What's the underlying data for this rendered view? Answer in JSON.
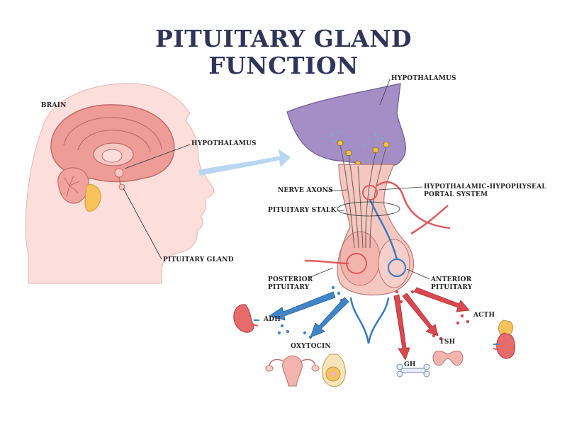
{
  "title": {
    "line1": "PITUITARY GLAND",
    "line2": "FUNCTION"
  },
  "labels": {
    "brain": "BRAIN",
    "hypothalamus_head": "HYPOTHALAMUS",
    "pituitary_gland": "PITUITARY GLAND",
    "hypothalamus_top": "HYPOTHALAMUS",
    "nerve_axons": "NERVE AXONS",
    "portal_line1": "HYPOTHALAMIC-HYPOPHYSEAL",
    "portal_line2": "PORTAL SYSTEM",
    "pituitary_stalk": "PITUITARY STALK",
    "posterior_line1": "POSTERIOR",
    "posterior_line2": "PITUITARY",
    "anterior_line1": "ANTERIOR",
    "anterior_line2": "PITUITARY",
    "adh": "ADH",
    "oxytocin": "OXYTOCIN",
    "gh": "GH",
    "tsh": "TSH",
    "acth": "ACTH"
  },
  "colors": {
    "title": "#2f3558",
    "skin": "#fbd9d6",
    "brain": "#ee9c98",
    "hypothalamus": "#a48ec6",
    "artery": "#e05a5e",
    "vein": "#3a78c2",
    "posterior_arrow": "#3f86c9",
    "anterior_arrow": "#d9494f",
    "transition_arrow": "#b8d6ef"
  },
  "icons": [
    "brain-illustration",
    "head-profile",
    "kidney-icon",
    "adrenal-kidney-icon",
    "uterus-icon",
    "breast-icon",
    "bone-icon",
    "thyroid-icon"
  ]
}
